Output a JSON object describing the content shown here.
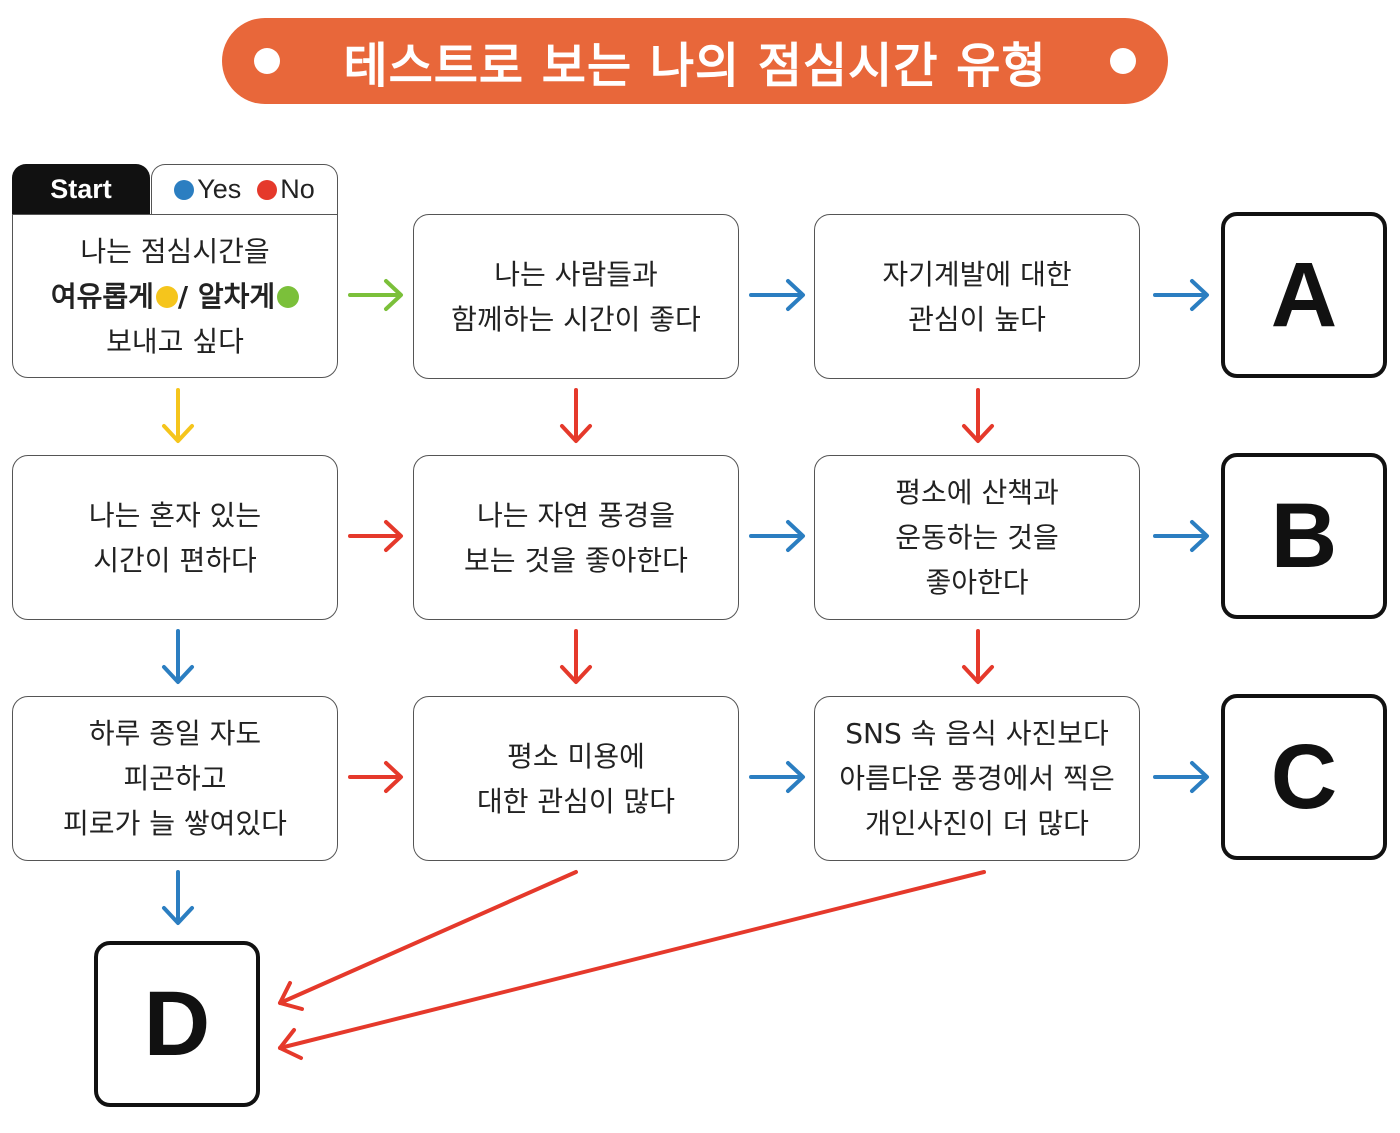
{
  "title": "테스트로 보는 나의 점심시간 유형",
  "start_label": "Start",
  "legend": {
    "yes": {
      "label": "Yes",
      "color": "#2B7EC1"
    },
    "no": {
      "label": "No",
      "color": "#E5392B"
    }
  },
  "colors": {
    "title_bg": "#E8673A",
    "yellow": "#F5C51C",
    "green": "#7BC03A",
    "blue": "#2B7EC1",
    "red": "#E5392B"
  },
  "q1": {
    "line1": "나는 점심시간을",
    "line2_a": "여유롭게",
    "line2_sep": "/ ",
    "line2_b": "알차게",
    "line3": "보내고 싶다"
  },
  "q2": {
    "line1": "나는 사람들과",
    "line2": "함께하는 시간이 좋다"
  },
  "q3": {
    "line1": "자기계발에 대한",
    "line2": "관심이 높다"
  },
  "q4": {
    "line1": "나는 혼자 있는",
    "line2": "시간이 편하다"
  },
  "q5": {
    "line1": "나는 자연 풍경을",
    "line2": "보는 것을 좋아한다"
  },
  "q6": {
    "line1": "평소에 산책과",
    "line2": "운동하는 것을",
    "line3": "좋아한다"
  },
  "q7": {
    "line1": "하루 종일 자도",
    "line2": "피곤하고",
    "line3": "피로가 늘 쌓여있다"
  },
  "q8": {
    "line1": "평소 미용에",
    "line2": "대한 관심이 많다"
  },
  "q9": {
    "line1": "SNS 속 음식 사진보다",
    "line2": "아름다운 풍경에서 찍은",
    "line3": "개인사진이 더 많다"
  },
  "results": {
    "a": "A",
    "b": "B",
    "c": "C",
    "d": "D"
  }
}
